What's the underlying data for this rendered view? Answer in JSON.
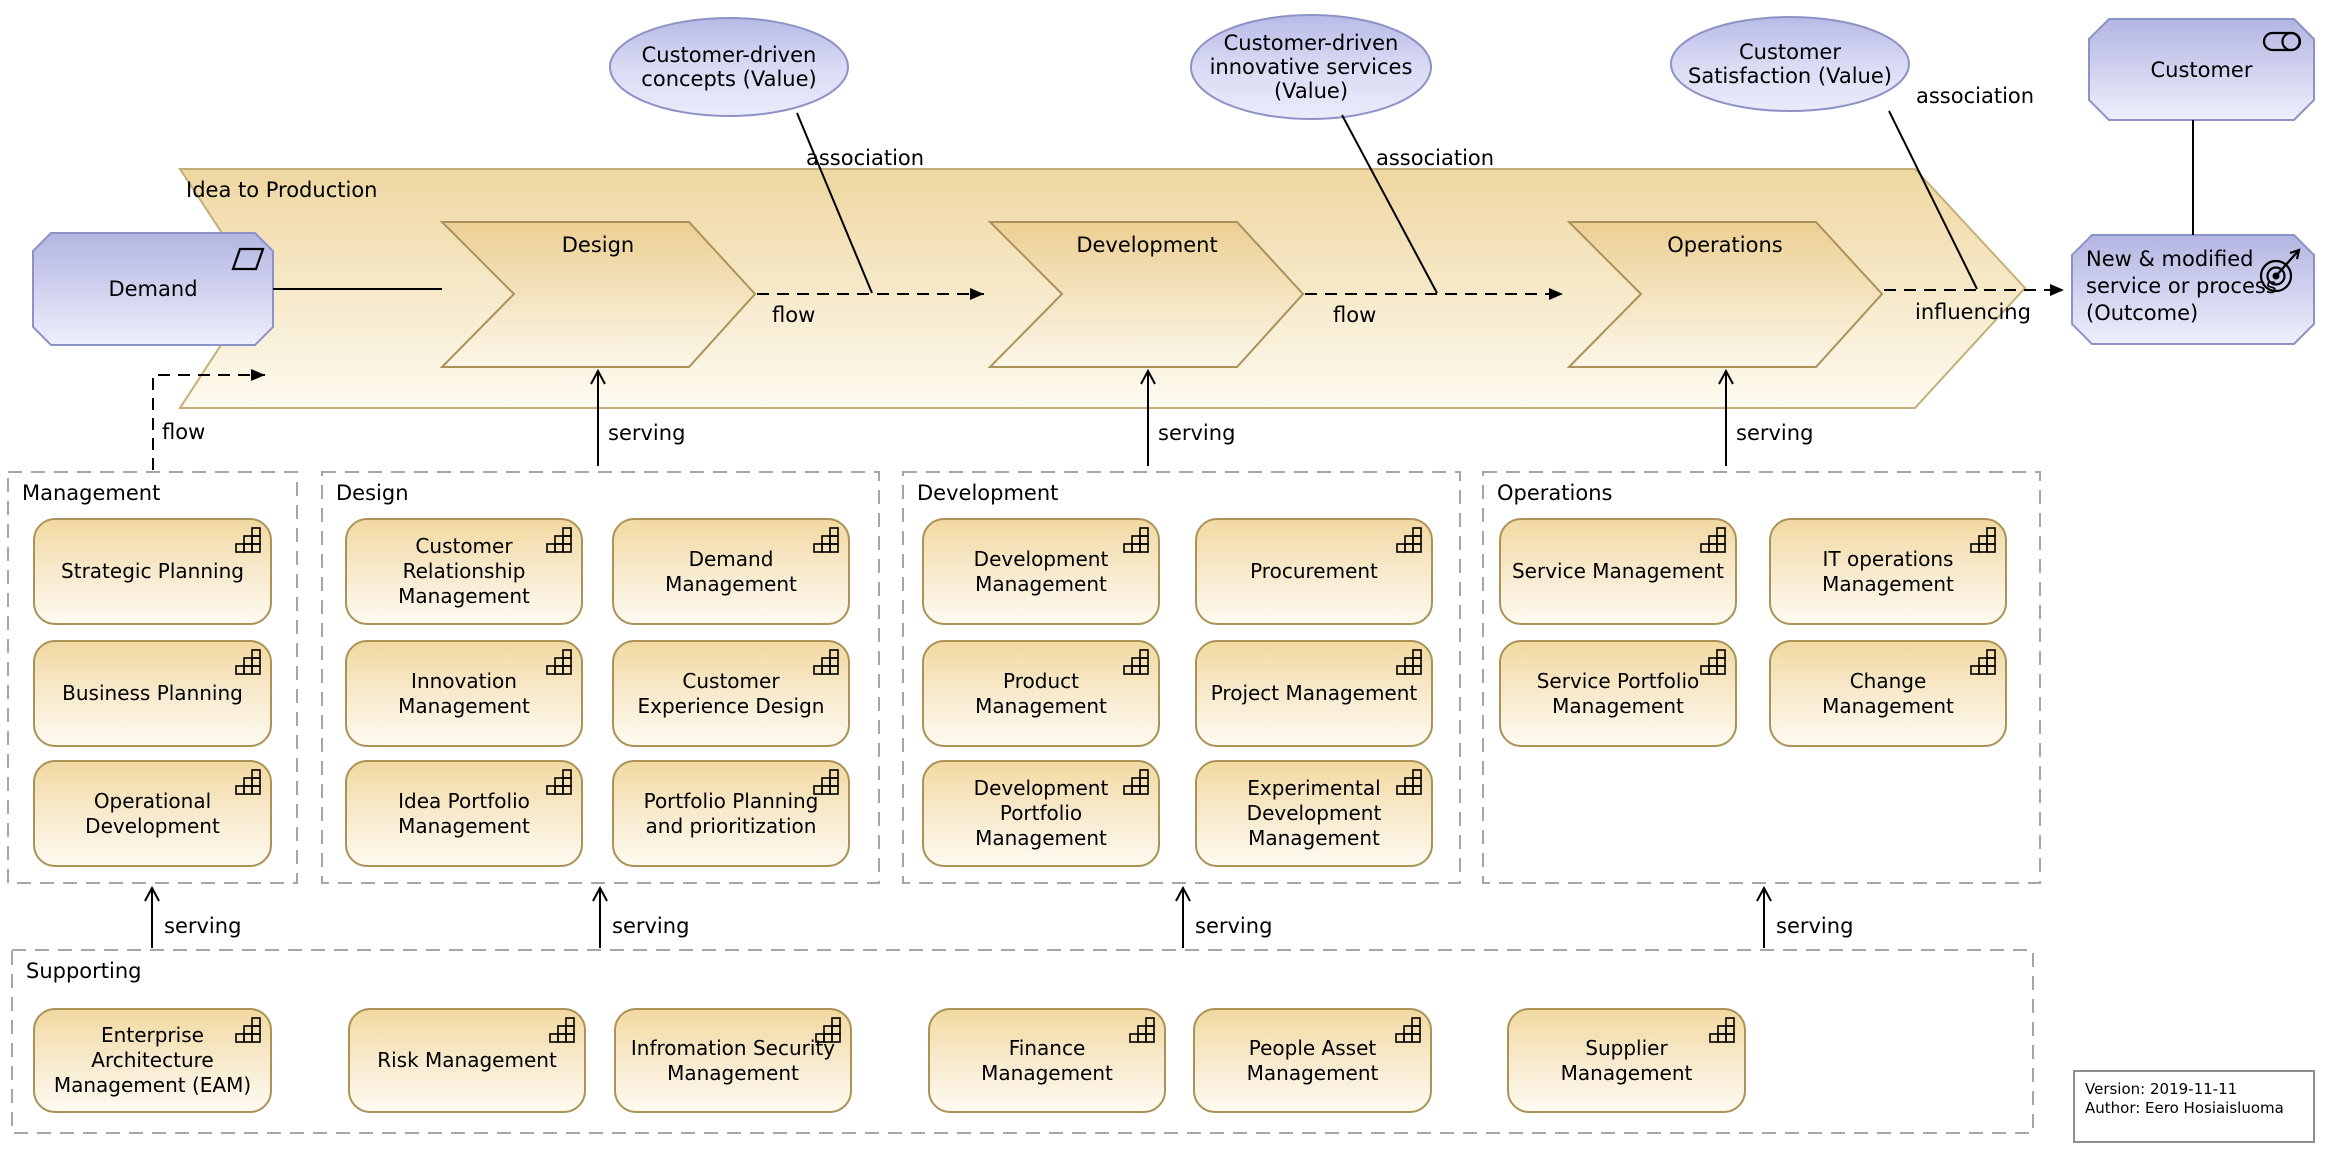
{
  "values": {
    "concepts": "Customer-driven\nconcepts (Value)",
    "innovative": "Customer-driven\ninnovative services\n(Value)",
    "satisfaction": "Customer\nSatisfaction (Value)"
  },
  "elements": {
    "demand": "Demand",
    "customer": "Customer",
    "outcome": "New & modified\nservice or process\n(Outcome)"
  },
  "stream": {
    "title": "Idea to Production",
    "stages": {
      "design": "Design",
      "development": "Development",
      "operations": "Operations"
    }
  },
  "relations": {
    "flow": "flow",
    "serving": "serving",
    "association": "association",
    "influencing": "influencing"
  },
  "groups": {
    "management": {
      "title": "Management",
      "items": [
        "Strategic Planning",
        "Business Planning",
        "Operational\nDevelopment"
      ]
    },
    "design": {
      "title": "Design",
      "items": [
        "Customer\nRelationship\nManagement",
        "Demand\nManagement",
        "Innovation\nManagement",
        "Customer\nExperience Design",
        "Idea Portfolio\nManagement",
        "Portfolio Planning\nand prioritization"
      ]
    },
    "development": {
      "title": "Development",
      "items": [
        "Development\nManagement",
        "Procurement",
        "Product\nManagement",
        "Project Management",
        "Development\nPortfolio\nManagement",
        "Experimental\nDevelopment\nManagement"
      ]
    },
    "operations": {
      "title": "Operations",
      "items": [
        "Service Management",
        "IT operations\nManagement",
        "Service Portfolio\nManagement",
        "Change\nManagement"
      ]
    },
    "supporting": {
      "title": "Supporting",
      "items": [
        "Enterprise\nArchitecture\nManagement (EAM)",
        "Risk Management",
        "Infromation Security\nManagement",
        "Finance\nManagement",
        "People Asset\nManagement",
        "Supplier\nManagement"
      ]
    }
  },
  "version_box": {
    "version": "Version: 2019-11-11",
    "author": "Author: Eero Hosiaisluoma"
  },
  "colors": {
    "band_top": "#efd7a1",
    "chevron_top": "#eccf93",
    "capability_top": "#f2d9a1",
    "tan_border": "#ab9256",
    "band_border": "#c6ae79",
    "purple_top": "#b3b5e2",
    "purple_border": "#8d92c6",
    "group_dash": "#a6a6a6"
  }
}
